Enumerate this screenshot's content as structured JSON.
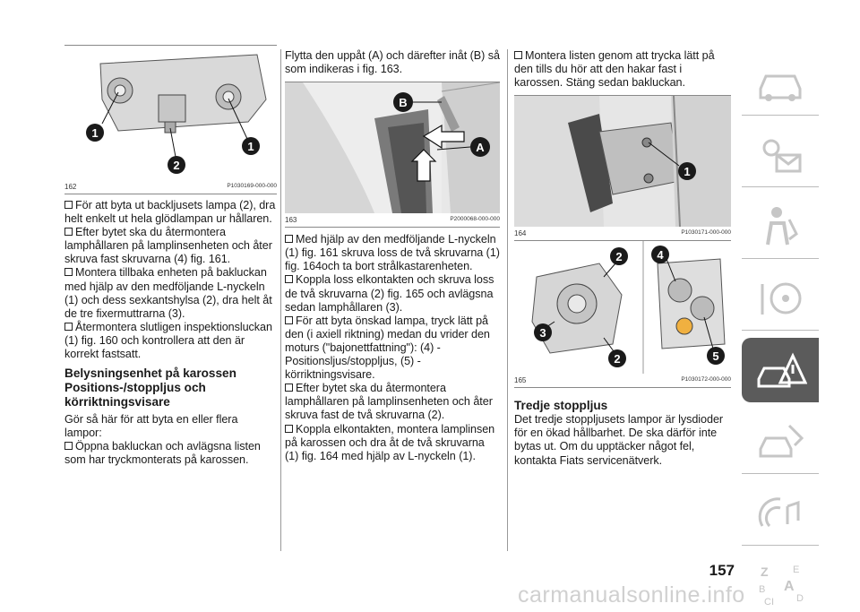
{
  "page_number": "157",
  "watermark": "carmanualsonline.info",
  "col1": {
    "fig162": {
      "num": "162",
      "code": "P1030169-000-000"
    },
    "p1": "För att byta ut backljusets lampa (2), dra helt enkelt ut hela glödlampan ur hållaren.",
    "p2": "Efter bytet ska du återmontera lamphållaren på lamplinsenheten och åter skruva fast skruvarna (4) fig. 161.",
    "p3": "Montera tillbaka enheten på bakluckan med hjälp av den medföljande L-nyckeln (1) och dess sexkantshylsa (2), dra helt åt de tre fixermuttrarna (3).",
    "p4": "Återmontera slutligen inspektionsluckan (1) fig. 160 och kontrollera att den är korrekt fastsatt.",
    "heading": "Belysningsenhet på karossen Positions-/stoppljus och körriktningsvisare",
    "p5": "Gör så här för att byta en eller flera lampor:",
    "p6": "Öppna bakluckan och avlägsna listen som har tryckmonterats på karossen."
  },
  "col2": {
    "intro": "Flytta den uppåt (A) och därefter inåt (B) så som indikeras i fig. 163.",
    "fig163": {
      "num": "163",
      "code": "P2000068-000-000"
    },
    "p1": "Med hjälp av den medföljande L-nyckeln (1) fig. 161 skruva loss de två skruvarna (1) fig. 164och ta bort strålkastarenheten.",
    "p2": "Koppla loss elkontakten och skruva loss de två skruvarna (2) fig. 165 och avlägsna sedan lamphållaren (3).",
    "p3": "För att byta önskad lampa, tryck lätt på den (i axiell riktning) medan du vrider den moturs (\"bajonettfattning\"): (4) - Positionsljus/stoppljus, (5) - körriktningsvisare.",
    "p4": "Efter bytet ska du återmontera lamphållaren på lamplinsenheten och åter skruva fast de två skruvarna (2).",
    "p5": "Koppla elkontakten, montera lamplinsen på karossen och dra åt de två skruvarna (1) fig. 164 med hjälp av L-nyckeln (1)."
  },
  "col3": {
    "p1": "Montera listen genom att trycka lätt på den tills du hör att den hakar fast i karossen. Stäng sedan bakluckan.",
    "fig164": {
      "num": "164",
      "code": "P1030171-000-000"
    },
    "fig165": {
      "num": "165",
      "code": "P1030172-000-000"
    },
    "heading": "Tredje stoppljus",
    "p2": "Det tredje stoppljusets lampor är lysdioder för en ökad hållbarhet. De ska därför inte bytas ut. Om du upptäcker något fel, kontakta Fiats servicenätverk."
  },
  "callouts": {
    "one": "1",
    "two": "2",
    "three": "3",
    "four": "4",
    "five": "5",
    "a": "A",
    "b": "B"
  },
  "sidebar_letters": {
    "z": "Z",
    "e": "E",
    "b": "B",
    "a": "A",
    "c": "C",
    "d": "D",
    "i": "I"
  },
  "colors": {
    "callout": "#1a1a1a",
    "active_tab": "#5b5b5b",
    "icon": "#c6c6c6"
  }
}
